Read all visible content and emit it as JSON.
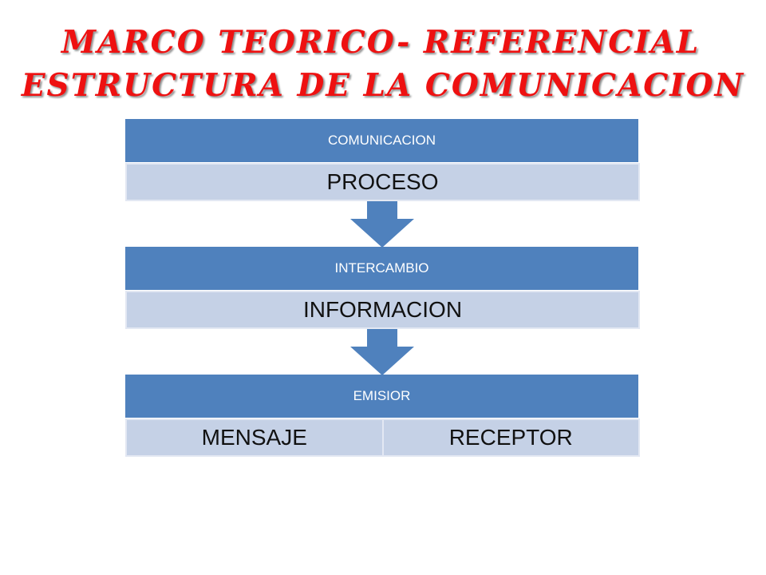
{
  "title": {
    "line1": "MARCO TEORICO- REFERENCIAL",
    "line2": "ESTRUCTURA DE LA COMUNICACION"
  },
  "levels": [
    {
      "heading": "COMUNICACION",
      "items": [
        "PROCESO"
      ]
    },
    {
      "heading": "INTERCAMBIO",
      "items": [
        "INFORMACION"
      ]
    },
    {
      "heading": "EMISIOR",
      "items": [
        "MENSAJE",
        "RECEPTOR"
      ]
    }
  ],
  "colors": {
    "title": "#ee1111",
    "heading_fill": "#4f81bd",
    "item_fill": "#c5d1e6",
    "arrow": "#4f81bd"
  }
}
